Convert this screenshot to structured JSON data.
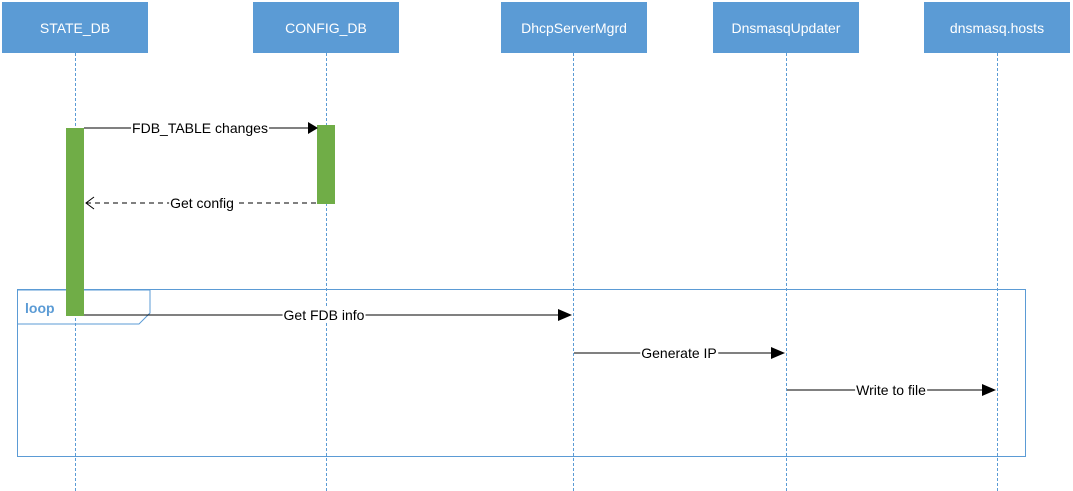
{
  "actors": [
    {
      "name": "STATE_DB"
    },
    {
      "name": "CONFIG_DB"
    },
    {
      "name": "DhcpServerMgrd"
    },
    {
      "name": "DnsmasqUpdater"
    },
    {
      "name": "dnsmasq.hosts"
    }
  ],
  "messages": [
    {
      "label": "FDB_TABLE changes",
      "from": "STATE_DB",
      "to": "CONFIG_DB",
      "style": "solid"
    },
    {
      "label": "Get config",
      "from": "CONFIG_DB",
      "to": "STATE_DB",
      "style": "dashed-return"
    },
    {
      "label": "Get FDB info",
      "from": "STATE_DB",
      "to": "DhcpServerMgrd",
      "style": "solid"
    },
    {
      "label": "Generate IP",
      "from": "DhcpServerMgrd",
      "to": "DnsmasqUpdater",
      "style": "solid"
    },
    {
      "label": "Write to file",
      "from": "DnsmasqUpdater",
      "to": "dnsmasq.hosts",
      "style": "solid"
    }
  ],
  "fragment": {
    "type": "loop",
    "label": "loop"
  },
  "colors": {
    "actor": "#5b9bd5",
    "lifeline": "#5b9bd5",
    "activation": "#70ad47",
    "frame": "#5b9bd5"
  }
}
